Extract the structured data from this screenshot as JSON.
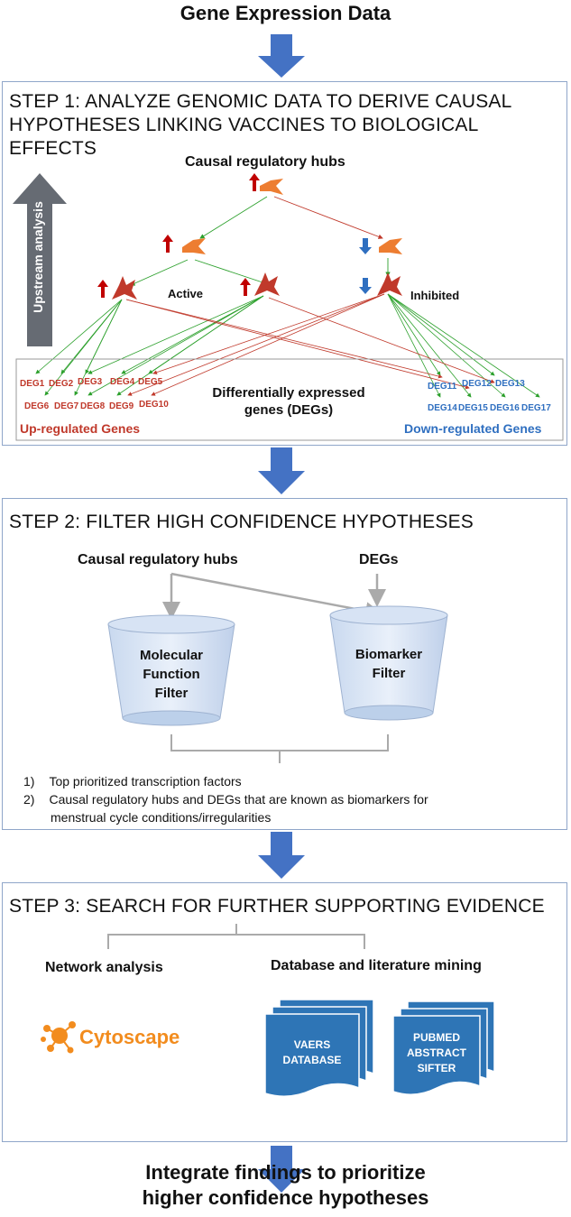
{
  "top_title": "Gene Expression Data",
  "bottom_title_line1": "Integrate findings to prioritize",
  "bottom_title_line2": "higher confidence hypotheses",
  "colors": {
    "arrow": "#4472c4",
    "up": "#c0392b",
    "down": "#2f6fc0",
    "hub": "#ed7d31",
    "green": "#2ca02c",
    "box_border": "#8fa6c9"
  },
  "step1": {
    "heading_line1": "STEP 1: ANALYZE GENOMIC DATA TO DERIVE  CAUSAL",
    "heading_line2": "HYPOTHESES LINKING VACCINES TO BIOLOGICAL EFFECTS",
    "hubs_label": "Causal regulatory hubs",
    "upstream_label": "Upstream analysis",
    "active_label": "Active",
    "inhibited_label": "Inhibited",
    "degs_title_line1": "Differentially expressed",
    "degs_title_line2": "genes (DEGs)",
    "up_label": "Up-regulated Genes",
    "down_label": "Down-regulated Genes",
    "up_degs": [
      "DEG1",
      "DEG2",
      "DEG3",
      "DEG4",
      "DEG5",
      "DEG6",
      "DEG7",
      "DEG8",
      "DEG9",
      "DEG10"
    ],
    "down_degs": [
      "DEG11",
      "DEG12",
      "DEG13",
      "DEG14",
      "DEG15",
      "DEG16",
      "DEG17"
    ]
  },
  "step2": {
    "heading": "STEP 2: FILTER HIGH CONFIDENCE HYPOTHESES",
    "hubs_label": "Causal regulatory hubs",
    "degs_label": "DEGs",
    "filter1_line1": "Molecular",
    "filter1_line2": "Function",
    "filter1_line3": "Filter",
    "filter2_line1": "Biomarker",
    "filter2_line2": "Filter",
    "item1_num": "1)",
    "item1": "Top prioritized transcription factors",
    "item2_num": "2)",
    "item2_line1": "Causal regulatory hubs  and DEGs that are known as biomarkers for",
    "item2_line2": "menstrual cycle conditions/irregularities"
  },
  "step3": {
    "heading": "STEP 3: SEARCH FOR FURTHER SUPPORTING EVIDENCE",
    "network_label": "Network analysis",
    "db_label": "Database and literature mining",
    "cytoscape_logo": "Cytoscape",
    "doc1_line1": "VAERS",
    "doc1_line2": "DATABASE",
    "doc2_line1": "PUBMED",
    "doc2_line2": "ABSTRACT",
    "doc2_line3": "SIFTER"
  }
}
